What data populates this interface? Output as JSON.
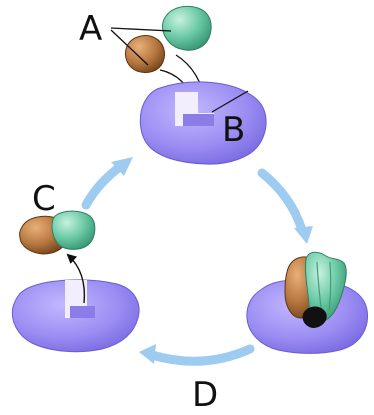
{
  "diagram": {
    "labels": {
      "a": "A",
      "b": "B",
      "c": "C",
      "d": "D"
    },
    "colors": {
      "enzyme": "#9a8cf2",
      "enzyme_dark": "#6e5fd8",
      "active_site": "#f3eefc",
      "substrate_green": "#6ecba7",
      "substrate_green_dark": "#2f8f6d",
      "substrate_brown": "#b7773f",
      "substrate_brown_dark": "#6b3f18",
      "cycle_arrow": "#9ecbf0",
      "pointer": "#111111"
    },
    "icons": [
      "enzyme-shape",
      "green-substrate",
      "brown-substrate",
      "enzyme-substrate-complex",
      "product-complex",
      "cycle-arrow"
    ]
  }
}
